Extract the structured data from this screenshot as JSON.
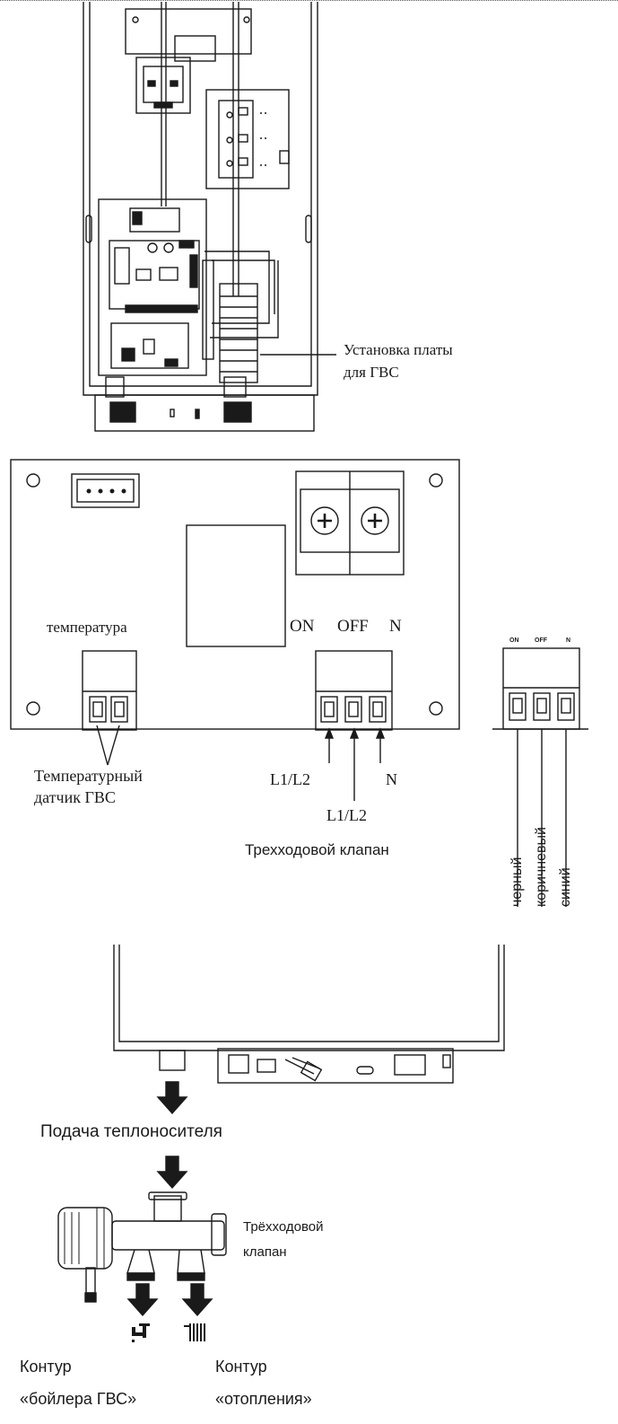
{
  "diagram1": {
    "callout": [
      "Установка платы",
      "для ГВС"
    ]
  },
  "diagram2": {
    "board_temp_label": "температура",
    "board_terminal_labels": [
      "ON",
      "OFF",
      "N"
    ],
    "sensor_caption": [
      "Температурный",
      "датчик ГВС"
    ],
    "valve_pins": [
      "L1/L2",
      "N",
      "L1/L2"
    ],
    "valve_caption": "Трехходовой клапан",
    "block_labels": [
      "ON",
      "OFF",
      "N"
    ],
    "wire_colors": [
      "черный",
      "коричневый",
      "синий"
    ]
  },
  "diagram3": {
    "flow_label": "Подача теплоносителя",
    "valve_label": [
      "Трёхходовой",
      "клапан"
    ],
    "circuit_left": [
      "Контур",
      "«бойлера ГВС»"
    ],
    "circuit_right": [
      "Контур",
      "«отопления»"
    ]
  },
  "colors": {
    "line": "#1a1a1a",
    "paper": "#ffffff"
  }
}
